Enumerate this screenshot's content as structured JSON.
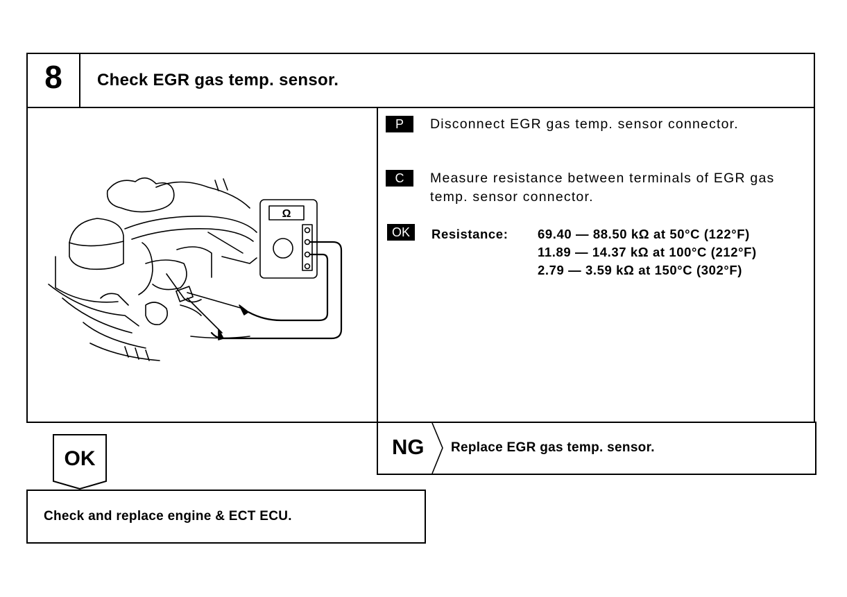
{
  "step": {
    "number": "8",
    "title": "Check EGR gas temp. sensor."
  },
  "badges": {
    "prep": "P",
    "check": "C",
    "ok": "OK"
  },
  "instructions": {
    "prep": "Disconnect EGR gas temp. sensor connector.",
    "check": "Measure resistance between terminals of EGR gas temp. sensor connector."
  },
  "spec": {
    "label": "Resistance:",
    "values": [
      "69.40 — 88.50 kΩ at 50°C (122°F)",
      "11.89 — 14.37 kΩ at 100°C (212°F)",
      "2.79 — 3.59 kΩ at 150°C (302°F)"
    ]
  },
  "ohmmeter_symbol": "Ω",
  "ng": {
    "label": "NG",
    "action": "Replace EGR gas temp. sensor."
  },
  "ok": {
    "label": "OK",
    "action": "Check and replace engine & ECT ECU."
  }
}
